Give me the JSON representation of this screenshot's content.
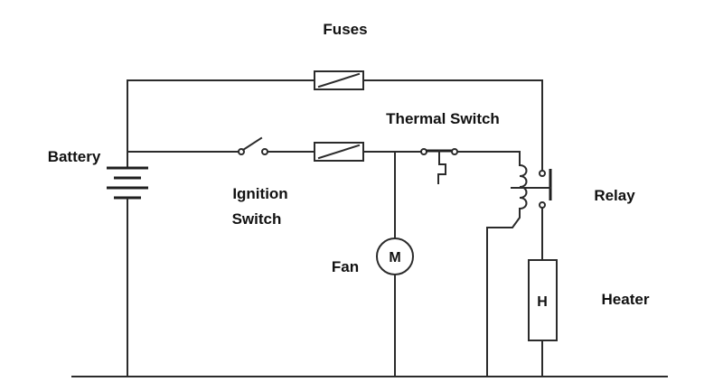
{
  "labels": {
    "fuses": "Fuses",
    "thermal_switch": "Thermal Switch",
    "battery": "Battery",
    "ignition_switch_line1": "Ignition",
    "ignition_switch_line2": "Switch",
    "relay": "Relay",
    "fan": "Fan",
    "heater": "Heater"
  },
  "symbols": {
    "motor": "M",
    "heater": "H"
  }
}
